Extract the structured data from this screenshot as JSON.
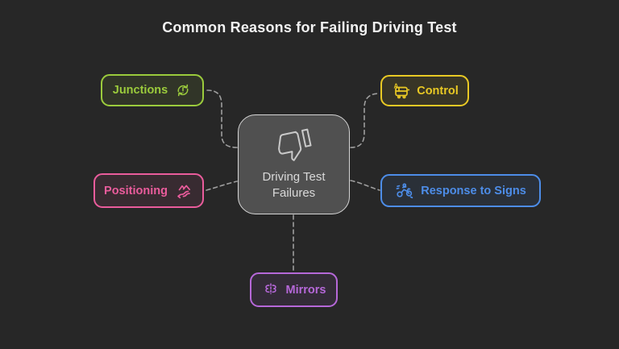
{
  "title": "Common Reasons for Failing Driving Test",
  "center": {
    "label_line1": "Driving Test",
    "label_line2": "Failures",
    "icon": "thumbs-down-icon"
  },
  "nodes": [
    {
      "id": "junctions",
      "label": "Junctions",
      "color": "#9BCB3C",
      "icon": "roundabout-refresh-icon",
      "position": "top-left"
    },
    {
      "id": "control",
      "label": "Control",
      "color": "#E9C924",
      "icon": "learner-vehicle-icon",
      "position": "top-right"
    },
    {
      "id": "positioning",
      "label": "Positioning",
      "color": "#EA5C9C",
      "icon": "winding-road-icon",
      "position": "middle-left"
    },
    {
      "id": "response-to-signs",
      "label": "Response to Signs",
      "color": "#4D8DE8",
      "icon": "motorbike-rider-icon",
      "position": "middle-right"
    },
    {
      "id": "mirrors",
      "label": "Mirrors",
      "color": "#B668D9",
      "icon": "mirror-flip-icon",
      "position": "bottom-center"
    }
  ],
  "colors": {
    "background": "#272727",
    "title": "#F2F2F2",
    "connector": "#9E9E9E",
    "center_fill": "#505050",
    "center_border": "#D6D6D6",
    "center_text": "#D9D9D9"
  }
}
